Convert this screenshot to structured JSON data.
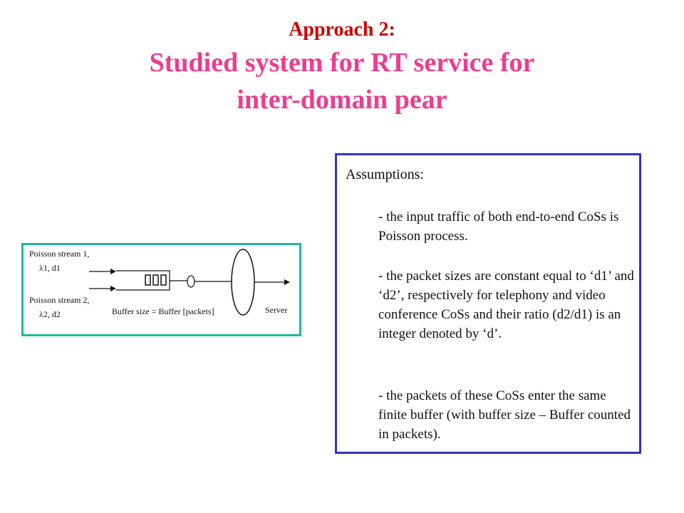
{
  "title": {
    "line1": "Approach 2:",
    "line2": "Studied system for  RT service for",
    "line3": "inter-domain pear"
  },
  "assumptions": {
    "heading": "Assumptions:",
    "items": [
      "-  the input traffic of both end-to-end CoSs is Poisson process.",
      "-   the packet sizes are constant equal to ‘d1’ and ‘d2’, respectively for telephony and video conference CoSs and their ratio (d2/d1) is an integer denoted by ‘d’.",
      "-  the packets of these CoSs enter the same finite buffer (with buffer size – Buffer counted in packets)."
    ]
  },
  "diagram": {
    "stream1": "Poisson stream 1,",
    "stream1_params": "λ1, d1",
    "stream2": "Poisson stream 2,",
    "stream2_params": "λ2, d2",
    "buffer_label": "Buffer size = Buffer [packets]",
    "server_label": "Server",
    "colors": {
      "border": "#1fb89a"
    }
  },
  "colors": {
    "title_small": "#cc0000",
    "title_main": "#ee3c8f",
    "box_border": "#3333bb"
  }
}
